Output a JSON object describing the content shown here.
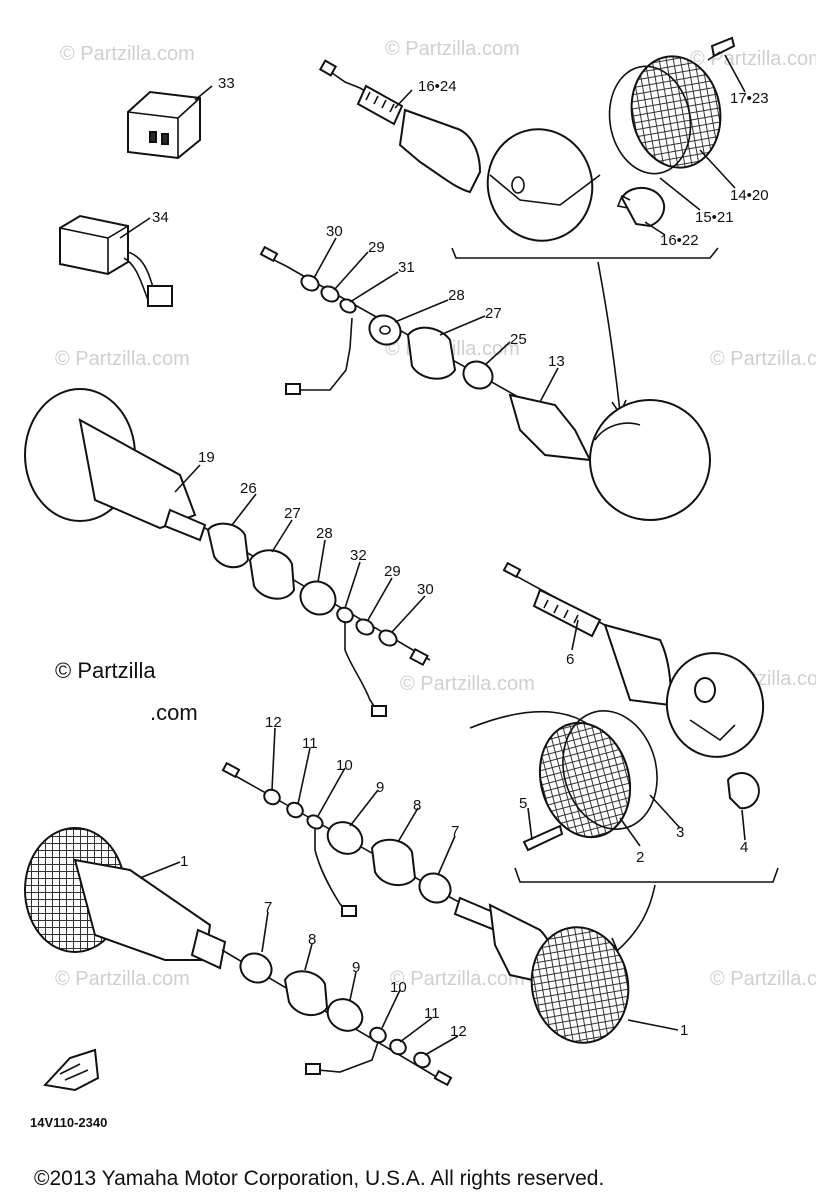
{
  "diagram": {
    "part_labels": [
      {
        "id": "33",
        "text": "33"
      },
      {
        "id": "34",
        "text": "34"
      },
      {
        "id": "16-24",
        "text": "16•24"
      },
      {
        "id": "17-23",
        "text": "17•23"
      },
      {
        "id": "14-20",
        "text": "14•20"
      },
      {
        "id": "15-21",
        "text": "15•21"
      },
      {
        "id": "16-22",
        "text": "16•22"
      },
      {
        "id": "30a",
        "text": "30"
      },
      {
        "id": "29a",
        "text": "29"
      },
      {
        "id": "31",
        "text": "31"
      },
      {
        "id": "28a",
        "text": "28"
      },
      {
        "id": "27a",
        "text": "27"
      },
      {
        "id": "25",
        "text": "25"
      },
      {
        "id": "13",
        "text": "13"
      },
      {
        "id": "19",
        "text": "19"
      },
      {
        "id": "26",
        "text": "26"
      },
      {
        "id": "27b",
        "text": "27"
      },
      {
        "id": "28b",
        "text": "28"
      },
      {
        "id": "32",
        "text": "32"
      },
      {
        "id": "29b",
        "text": "29"
      },
      {
        "id": "30b",
        "text": "30"
      },
      {
        "id": "6",
        "text": "6"
      },
      {
        "id": "12a",
        "text": "12"
      },
      {
        "id": "11a",
        "text": "11"
      },
      {
        "id": "10a",
        "text": "10"
      },
      {
        "id": "9a",
        "text": "9"
      },
      {
        "id": "8a",
        "text": "8"
      },
      {
        "id": "7a",
        "text": "7"
      },
      {
        "id": "5",
        "text": "5"
      },
      {
        "id": "2",
        "text": "2"
      },
      {
        "id": "3",
        "text": "3"
      },
      {
        "id": "4",
        "text": "4"
      },
      {
        "id": "1a",
        "text": "1"
      },
      {
        "id": "7b",
        "text": "7"
      },
      {
        "id": "8b",
        "text": "8"
      },
      {
        "id": "9b",
        "text": "9"
      },
      {
        "id": "10b",
        "text": "10"
      },
      {
        "id": "11b",
        "text": "11"
      },
      {
        "id": "12b",
        "text": "12"
      },
      {
        "id": "1b",
        "text": "1"
      }
    ],
    "watermark": "© Partzilla.com",
    "watermark_main": "© Partzilla.com",
    "drawing_code": "14V110-2340",
    "copyright": "©2013 Yamaha Motor Corporation, U.S.A. All rights reserved."
  },
  "colors": {
    "ink": "#111111",
    "watermark": "#cfcfcf",
    "background": "#ffffff"
  }
}
